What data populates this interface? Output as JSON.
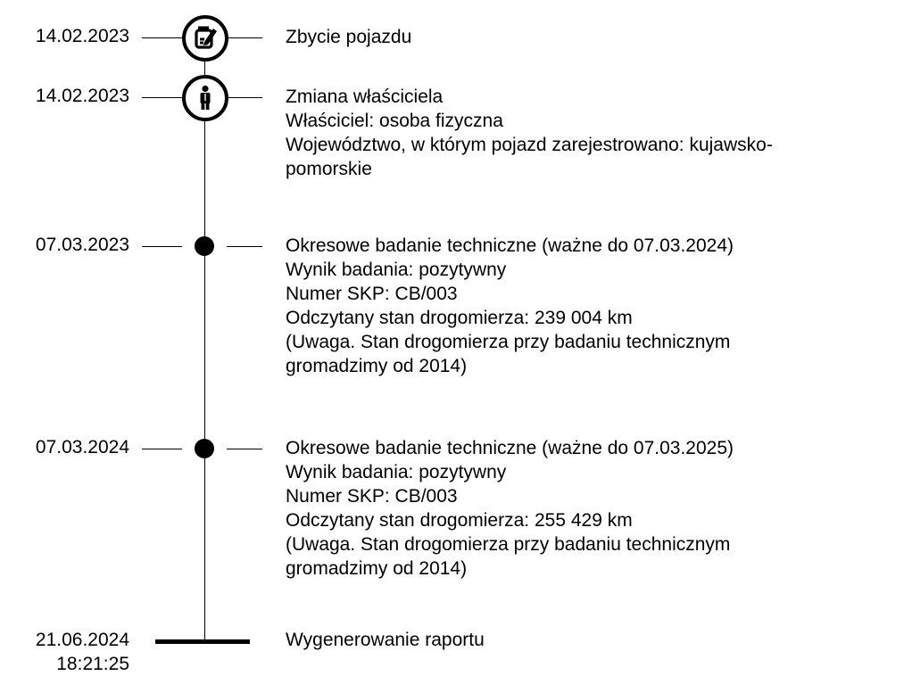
{
  "events": [
    {
      "date": "14.02.2023",
      "icon": "edit-document-icon",
      "lines": [
        "Zbycie pojazdu"
      ]
    },
    {
      "date": "14.02.2023",
      "icon": "person-icon",
      "lines": [
        "Zmiana właściciela",
        "Właściciel: osoba fizyczna",
        "Województwo, w którym pojazd zarejestrowano: kujawsko-",
        "pomorskie"
      ]
    },
    {
      "date": "07.03.2023",
      "icon": "dot",
      "lines": [
        "Okresowe badanie techniczne (ważne do 07.03.2024)",
        "Wynik badania: pozytywny",
        "Numer SKP: CB/003",
        "Odczytany stan drogomierza: 239 004 km",
        "(Uwaga. Stan drogomierza przy badaniu technicznym",
        "gromadzimy od 2014)"
      ]
    },
    {
      "date": "07.03.2024",
      "icon": "dot",
      "lines": [
        "Okresowe badanie techniczne (ważne do 07.03.2025)",
        "Wynik badania: pozytywny",
        "Numer SKP: CB/003",
        "Odczytany stan drogomierza: 255 429 km",
        "(Uwaga. Stan drogomierza przy badaniu technicznym",
        "gromadzimy od 2014)"
      ]
    }
  ],
  "end": {
    "date": "21.06.2024",
    "time": "18:21:25",
    "label": "Wygenerowanie raportu"
  }
}
